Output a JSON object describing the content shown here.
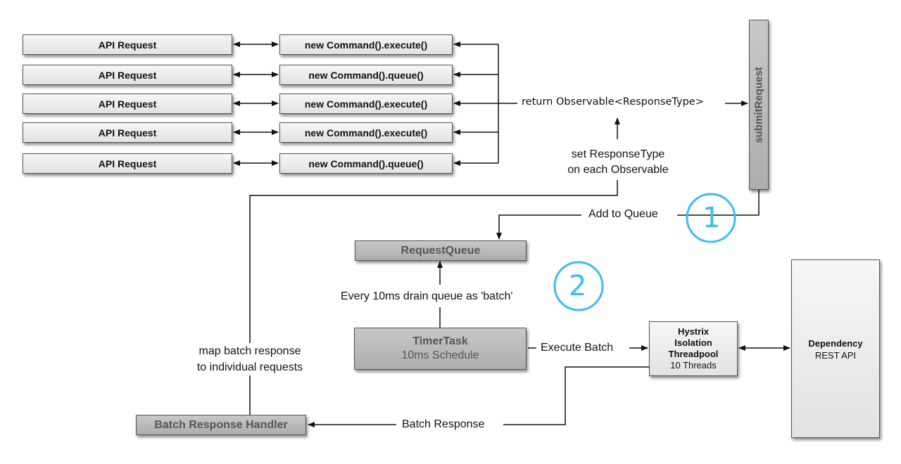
{
  "requests": [
    {
      "api": "API Request",
      "command": "new Command().execute()"
    },
    {
      "api": "API Request",
      "command": "new Command().queue()"
    },
    {
      "api": "API Request",
      "command": "new Command().execute()"
    },
    {
      "api": "API Request",
      "command": "new Command().execute()"
    },
    {
      "api": "API Request",
      "command": "new Command().queue()"
    }
  ],
  "labels": {
    "return_observable": "return Observable<ResponseType>",
    "set_response_1": "set ResponseType",
    "set_response_2": "on each Observable",
    "submit_request": "submitRequest",
    "add_to_queue": "Add to Queue",
    "request_queue": "RequestQueue",
    "every_10ms": "Every 10ms drain queue as 'batch'",
    "timer_title": "TimerTask",
    "timer_sub": "10ms Schedule",
    "execute_batch": "Execute Batch",
    "hystrix_1": "Hystrix",
    "hystrix_2": "Isolation",
    "hystrix_3": "Threadpool",
    "hystrix_4": "10 Threads",
    "dependency_title": "Dependency",
    "dependency_sub": "REST API",
    "map_batch_1": "map batch response",
    "map_batch_2": "to individual requests",
    "batch_handler": "Batch Response Handler",
    "batch_response": "Batch Response"
  },
  "annotations": {
    "step1": "1",
    "step2": "2"
  },
  "colors": {
    "annotation": "#3bbdf0",
    "box_light": "#eeeeee",
    "box_dark": "#b8b8b8",
    "line": "#111111"
  }
}
